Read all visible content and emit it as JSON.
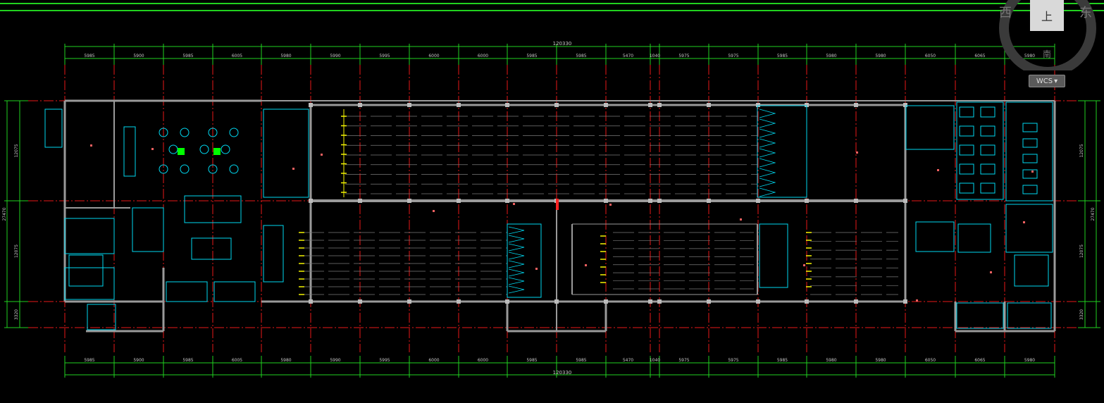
{
  "view": {
    "background": "#000000",
    "colors": {
      "axis": "#e81818",
      "dimension": "#21d11f",
      "wall": "#9a9a9a",
      "furniture": "#00d8f0",
      "highlight": "#f4f400",
      "marker": "#f06060"
    }
  },
  "dimensions": {
    "overall_top": "120330",
    "overall_bottom": "120330",
    "top_spans": [
      "5985",
      "5900",
      "5985",
      "6005",
      "5980",
      "5990",
      "5995",
      "6000",
      "6000",
      "5985",
      "5985",
      "5470",
      "1040",
      "5975",
      "5975",
      "5985",
      "5980",
      "5980",
      "6050",
      "6065",
      "5980"
    ],
    "bottom_spans": [
      "5985",
      "5900",
      "5985",
      "6005",
      "5980",
      "5990",
      "5995",
      "6000",
      "6000",
      "5985",
      "5985",
      "5470",
      "1040",
      "5975",
      "5975",
      "5985",
      "5980",
      "5980",
      "6050",
      "6065",
      "5980"
    ],
    "left_total": "27470",
    "left_spans": [
      "12075",
      "12075",
      "3320"
    ],
    "right_total": "27470",
    "right_spans": [
      "12075",
      "12075",
      "3320"
    ]
  },
  "viewcube": {
    "west": "西",
    "top": "上",
    "east": "东",
    "south": "南",
    "wcs_label": "WCS",
    "wcs_arrow": "▾"
  }
}
